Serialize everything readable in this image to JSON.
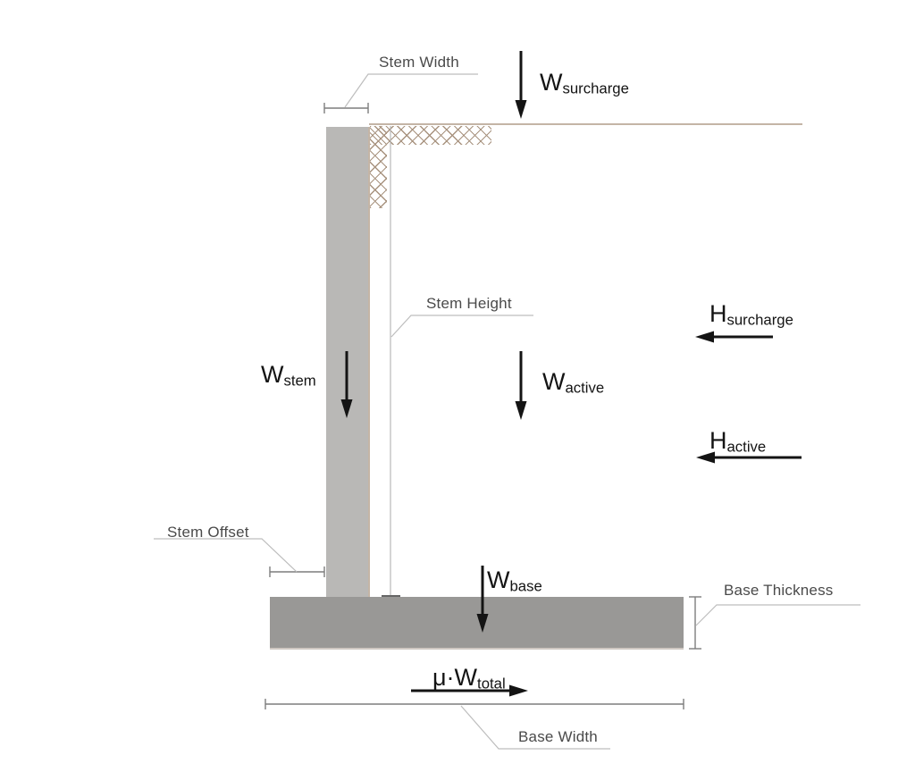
{
  "diagram": {
    "type": "retaining-wall-force-diagram",
    "dimension_labels": {
      "stem_width": "Stem Width",
      "stem_height": "Stem Height",
      "stem_offset": "Stem Offset",
      "base_thickness": "Base Thickness",
      "base_width": "Base Width"
    },
    "force_labels": {
      "w_surcharge": {
        "main": "W",
        "sub": "surcharge"
      },
      "w_stem": {
        "main": "W",
        "sub": "stem"
      },
      "w_active": {
        "main": "W",
        "sub": "active"
      },
      "w_base": {
        "main": "W",
        "sub": "base"
      },
      "h_surcharge": {
        "main": "H",
        "sub": "surcharge"
      },
      "h_active": {
        "main": "H",
        "sub": "active"
      },
      "mu_w_total": {
        "main": "μ·W",
        "sub": "total"
      }
    },
    "colors": {
      "stem_fill": "#b9b8b6",
      "base_fill": "#999896",
      "soil_line": "#c4b5a6",
      "hatch": "#a8937f",
      "dim_line": "#7d7d7d",
      "leader_line": "#bdbdbd",
      "label_text": "#4a4a4a",
      "force_text": "#141414",
      "arrow": "#141414",
      "background": "#ffffff"
    }
  }
}
